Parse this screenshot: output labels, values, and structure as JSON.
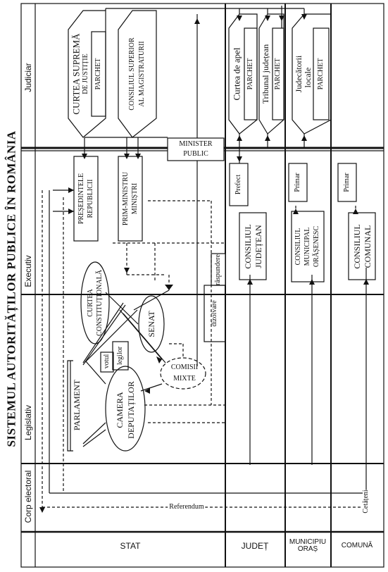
{
  "title": "SISTEMUL AUTORITĂȚILOR PUBLICE ÎN ROMÂNIA",
  "row_labels": {
    "judiciar": "Judiciar",
    "executiv": "Executiv",
    "legislativ": "Legislativ",
    "corp_electoral": "Corp electoral"
  },
  "column_labels": {
    "stat": "STAT",
    "judet": "JUDEȚ",
    "municipiu": "MUNICIPIU ORAȘ",
    "comuna": "COMUNĂ"
  },
  "judiciar": {
    "curtea_suprema": "CURTEA SUPREMĂ",
    "de_justitie": "DE JUSTIȚIE",
    "parchet_1": "PARCHET",
    "consiliul_superior": "CONSILIUL SUPERIOR",
    "al_magistraturii": "AL MAGISTRATURII",
    "curtea_de_apel": "Curtea de apel",
    "parchet_2": "PARCHET",
    "tribunal_judetean": "Tribunal județean",
    "parchet_3": "PARCHET",
    "judecatorii": "Judecătorii",
    "locale": "locale",
    "parchet_4": "PARCHET"
  },
  "minister_public": {
    "line1": "MINISTER",
    "line2": "PUBLIC"
  },
  "executiv": {
    "presedintele": "PREȘEDINTELE",
    "republicii": "REPUBLICII",
    "prim_ministru": "PRIM-MINISTRU",
    "ministri": "MINIȘTRI",
    "prefect": "Prefect",
    "primar_1": "Primar",
    "primar_2": "Primar",
    "consiliul_judetean_1": "CONSILIUL",
    "consiliul_judetean_2": "JUDEȚEAN",
    "consiliul_municipal_1": "CONSILIUL",
    "consiliul_municipal_2": "MUNICIPAL",
    "consiliul_municipal_3": "ORĂȘENESC",
    "consiliul_comunal_1": "CONSILIUL",
    "consiliul_comunal_2": "COMUNAL"
  },
  "legislativ": {
    "curtea_constitutionala_1": "CURTEA",
    "curtea_constitutionala_2": "CONSTITUȚIONALĂ",
    "senat": "SENAT",
    "parlament": "PARLAMENT",
    "camera_1": "CAMERA",
    "camera_2": "DEPUTAȚILOR",
    "comisii_1": "COMISII",
    "comisii_2": "MIXTE",
    "votul_1": "votul",
    "votul_2": "legilor",
    "dizolvare": "dizolvare",
    "raspundere": "răspundere"
  },
  "electoral": {
    "referendum": "Referendum",
    "cetateni": "Cetățeni"
  }
}
